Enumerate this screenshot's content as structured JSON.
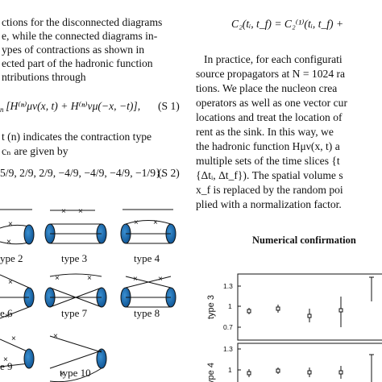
{
  "left": {
    "lines": [
      "ctions for the disconnected diagrams",
      "e, while the connected diagrams in-",
      "ypes of contractions as shown in",
      "ected part of the hadronic function",
      "ntributions through"
    ],
    "eq1": " [H⁽ⁿ⁾μν(x, t) + H⁽ⁿ⁾νμ(−x, −t)],",
    "eq1_pre": "n",
    "eq1_num": "(S 1)",
    "lines2": [
      "t (n) indicates the contraction type",
      "cₙ are given by"
    ],
    "eq2": "5/9, 2/9, 2/9, −4/9, −4/9, −4/9, −1/9}.",
    "eq2_num": "(S 2)",
    "types": [
      "ype 2",
      "type 3",
      "type 4",
      "e 6",
      "type 7",
      "type 8",
      "e 9",
      "type 10"
    ]
  },
  "right": {
    "top_eq": "C₂(tᵢ, t_f) = C₂⁽¹⁾(tᵢ, t_f) +",
    "lines": [
      "In practice, for each configurati",
      "source propagators at N = 1024 ra",
      "tions. We place the nucleon crea",
      "operators as well as one vector cur",
      "locations and treat the location of",
      "rent as the sink. In this way, we",
      "the hadronic function Hμν(x, t) a",
      "multiple sets of the time slices {t",
      "{Δtᵢ, Δt_f}). The spatial volume s",
      "x_f is replaced by the random poi",
      "plied with a normalization factor."
    ],
    "heading": "Numerical confirmation",
    "plot1": {
      "ylabel": "type 3",
      "ticks": [
        "1.3",
        "1",
        "0.7"
      ]
    },
    "plot2": {
      "ylabel": "type 4",
      "ticks": [
        "1.3",
        "1"
      ]
    }
  }
}
